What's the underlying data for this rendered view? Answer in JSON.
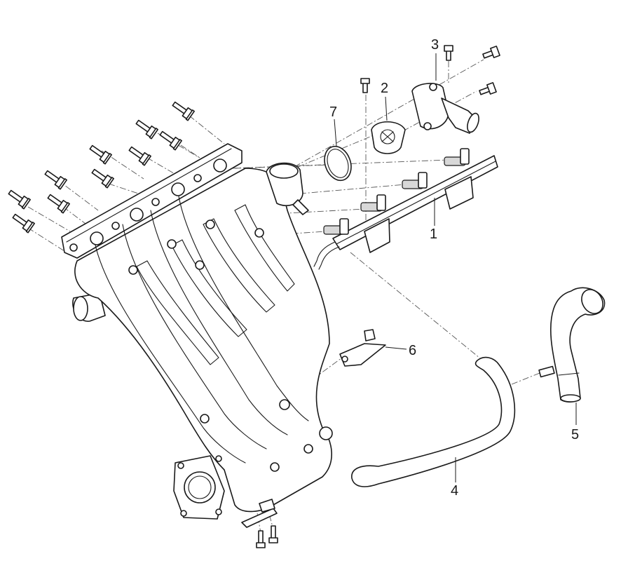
{
  "callouts": [
    {
      "id": "1",
      "label": "1"
    },
    {
      "id": "2",
      "label": "2"
    },
    {
      "id": "3",
      "label": "3"
    },
    {
      "id": "4",
      "label": "4"
    },
    {
      "id": "5",
      "label": "5"
    },
    {
      "id": "6",
      "label": "6"
    },
    {
      "id": "7",
      "label": "7"
    }
  ],
  "colors": {
    "line": "#1a1a1a",
    "fill": "#ffffff",
    "shade": "#d8d8d8"
  }
}
